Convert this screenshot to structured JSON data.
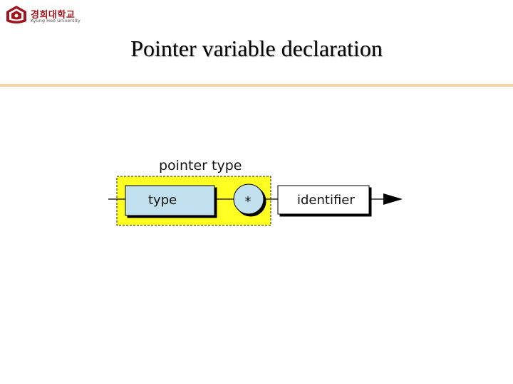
{
  "logo": {
    "korean": "경희대학교",
    "english": "Kyung Hee University"
  },
  "title": "Pointer variable declaration",
  "colors": {
    "accent_rule": "#f5d3a5",
    "highlight": "#ffff22",
    "box_fill": "#bfe0ec",
    "brand_red": "#a2151c"
  },
  "diagram": {
    "group_label": "pointer type",
    "type_label": "type",
    "star_label": "*",
    "identifier_label": "identifier"
  }
}
